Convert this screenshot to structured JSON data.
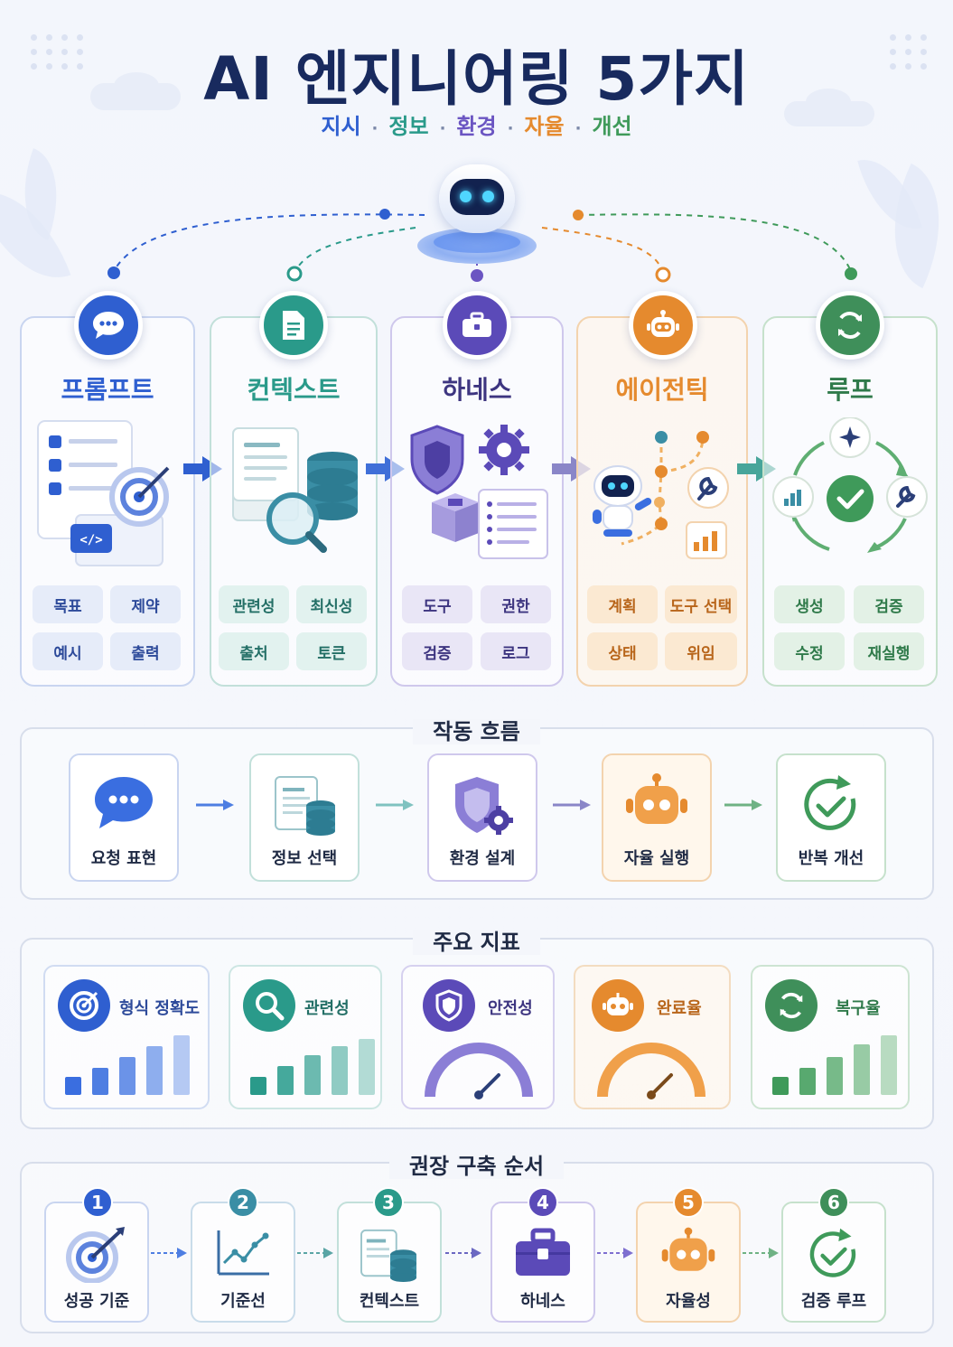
{
  "header": {
    "title": "AI 엔지니어링 5가지",
    "subtitle": [
      "지시",
      "정보",
      "환경",
      "자율",
      "개선"
    ],
    "subtitle_separator": "·",
    "subtitle_colors": [
      "#2f5fd0",
      "#2a9a8a",
      "#6b55c2",
      "#e58a2e",
      "#3f9a5a"
    ]
  },
  "pillars": [
    {
      "title": "프롬프트",
      "chips": [
        "목표",
        "제약",
        "예시",
        "출력"
      ],
      "color": "#2f5fd0",
      "icon": "chat-bubble-icon"
    },
    {
      "title": "컨텍스트",
      "chips": [
        "관련성",
        "최신성",
        "출처",
        "토큰"
      ],
      "color": "#2a9a8a",
      "icon": "document-icon"
    },
    {
      "title": "하네스",
      "chips": [
        "도구",
        "권한",
        "검증",
        "로그"
      ],
      "color": "#5b4ab8",
      "icon": "toolbox-icon"
    },
    {
      "title": "에이전틱",
      "chips": [
        "계획",
        "도구 선택",
        "상태",
        "위임"
      ],
      "color": "#e58a2e",
      "icon": "robot-icon"
    },
    {
      "title": "루프",
      "chips": [
        "생성",
        "검증",
        "수정",
        "재실행"
      ],
      "color": "#3f8f5a",
      "icon": "refresh-cycle-icon"
    }
  ],
  "flow": {
    "title": "작동 흐름",
    "steps": [
      "요청 표현",
      "정보 선택",
      "환경 설계",
      "자율 실행",
      "반복 개선"
    ]
  },
  "metrics": {
    "title": "주요 지표",
    "items": [
      {
        "label": "형식 정확도",
        "kind": "bars",
        "icon": "target-icon"
      },
      {
        "label": "관련성",
        "kind": "bars",
        "icon": "magnifier-icon"
      },
      {
        "label": "안전성",
        "kind": "gauge",
        "icon": "shield-icon"
      },
      {
        "label": "완료율",
        "kind": "gauge",
        "icon": "robot-icon"
      },
      {
        "label": "복구율",
        "kind": "bars",
        "icon": "refresh-cycle-icon"
      }
    ]
  },
  "build_order": {
    "title": "권장 구축 순서",
    "steps": [
      {
        "num": "1",
        "label": "성공 기준",
        "icon": "target-icon"
      },
      {
        "num": "2",
        "label": "기준선",
        "icon": "line-chart-icon"
      },
      {
        "num": "3",
        "label": "컨텍스트",
        "icon": "document-database-icon"
      },
      {
        "num": "4",
        "label": "하네스",
        "icon": "toolbox-icon"
      },
      {
        "num": "5",
        "label": "자율성",
        "icon": "robot-icon"
      },
      {
        "num": "6",
        "label": "검증 루프",
        "icon": "check-cycle-icon"
      }
    ]
  }
}
